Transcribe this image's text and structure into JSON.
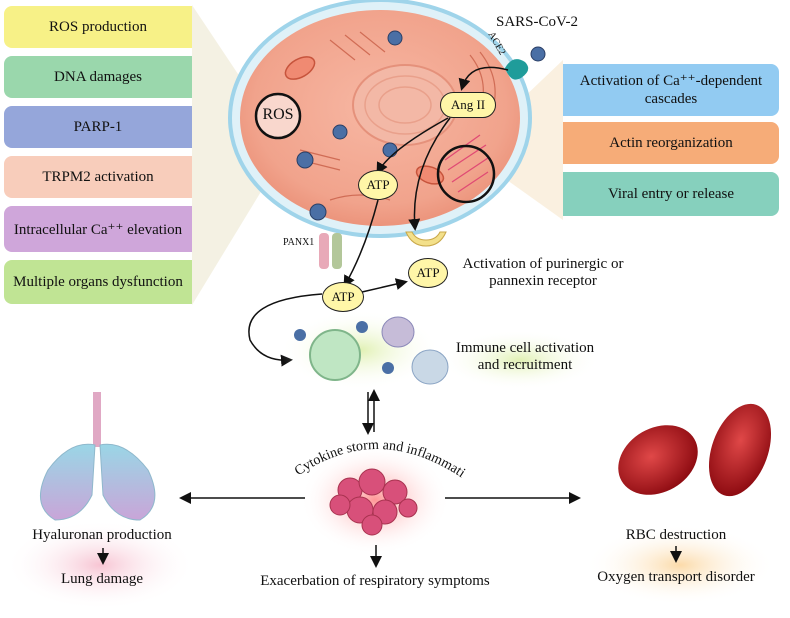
{
  "left_chain": [
    "ROS production",
    "DNA damages",
    "PARP-1",
    "TRPM2 activation",
    "Intracellular Ca⁺⁺ elevation",
    "Multiple organs dysfunction"
  ],
  "right_chain": [
    "Activation of Ca⁺⁺-dependent cascades",
    "Actin reorganization",
    "Viral entry or release"
  ],
  "virus_label": "SARS-CoV-2",
  "receptor_label": "ACE2",
  "ang_label": "Ang II",
  "ros_label": "ROS",
  "atp_label": "ATP",
  "panx_label": "PANX1",
  "purinergic_label": "Activation of purinergic or pannexin receptor",
  "immune_label": "Immune cell activation and recruitment",
  "cytokine_label": "Cytokine storm and inflammation",
  "lung_labels": [
    "Hyaluronan production",
    "Lung damage"
  ],
  "resp_label": "Exacerbation of respiratory symptoms",
  "rbc_labels": [
    "RBC destruction",
    "Oxygen transport disorder"
  ],
  "colors": {
    "ros": "#f6f07a",
    "dna": "#8fd3a2",
    "parp": "#8d9fd6",
    "trpm2": "#f7c6b2",
    "ca": "#c79bd2",
    "organs": "#b7e08a",
    "cascade": "#8ec8f0",
    "actin": "#f5a66d",
    "viral": "#7fcbb8"
  }
}
